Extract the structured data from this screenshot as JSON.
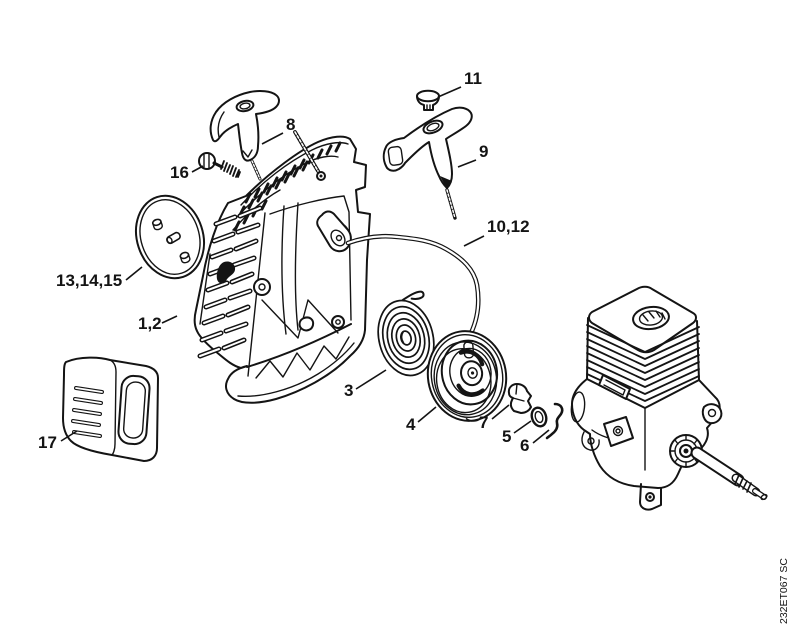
{
  "diagram": {
    "kind": "exploded-parts-diagram",
    "background": "#ffffff",
    "line_color": "#141414",
    "drawing_code": "232ET067 SC",
    "callouts": [
      {
        "text": "11"
      },
      {
        "text": "8"
      },
      {
        "text": "16"
      },
      {
        "text": "9"
      },
      {
        "text": "10,12"
      },
      {
        "text": "13,14,15"
      },
      {
        "text": "1,2"
      },
      {
        "text": "17"
      },
      {
        "text": "3"
      },
      {
        "text": "4"
      },
      {
        "text": "7"
      },
      {
        "text": "5"
      },
      {
        "text": "6"
      }
    ]
  }
}
